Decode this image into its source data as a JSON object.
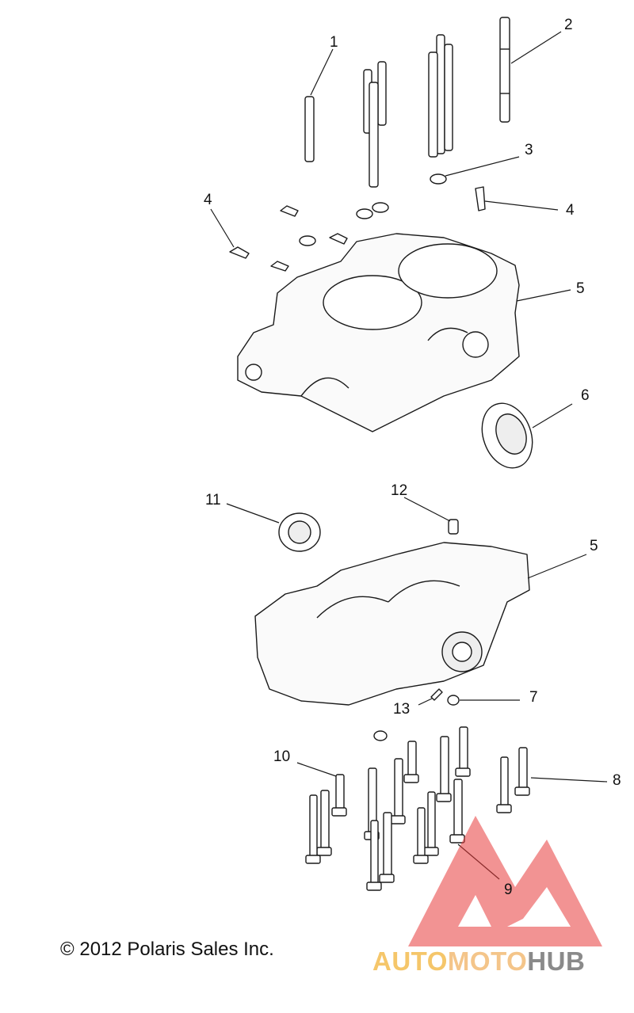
{
  "callouts": {
    "c1": "1",
    "c2": "2",
    "c3": "3",
    "c4a": "4",
    "c4b": "4",
    "c5a": "5",
    "c5b": "5",
    "c6": "6",
    "c7": "7",
    "c8": "8",
    "c9": "9",
    "c10": "10",
    "c11": "11",
    "c12": "12",
    "c13": "13"
  },
  "copyright": "© 2012 Polaris Sales Inc.",
  "watermark": {
    "brand_auto": "AUTO",
    "brand_moto": "MOTO",
    "brand_hub": "HUB",
    "logo_color": "#e83a3a"
  },
  "colors": {
    "line": "#1a1a1a",
    "background": "#ffffff"
  }
}
